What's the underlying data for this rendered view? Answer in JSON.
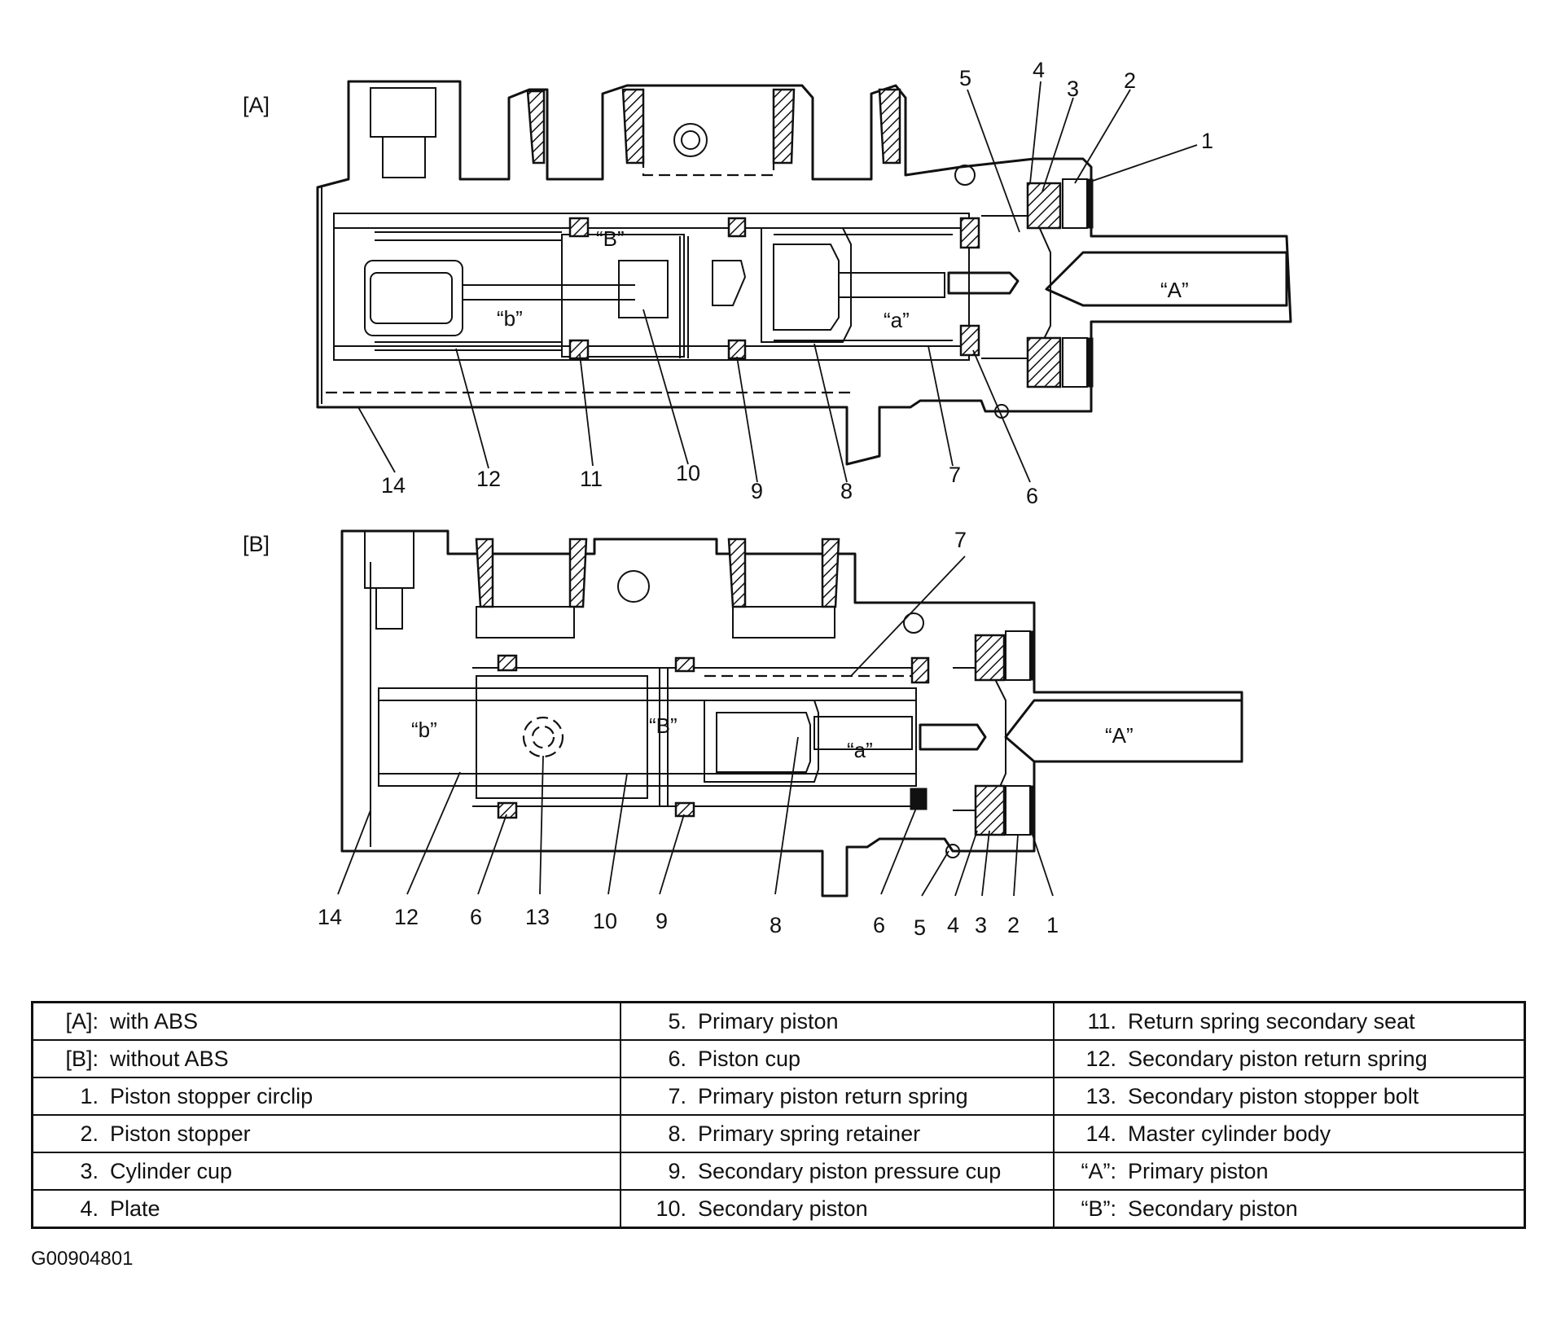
{
  "figure_code": "G00904801",
  "views": {
    "a": {
      "tag": "[A]",
      "callouts": {
        "n1": "1",
        "n2": "2",
        "n3": "3",
        "n4": "4",
        "n5": "5",
        "n6": "6",
        "n7": "7",
        "n8": "8",
        "n9": "9",
        "n10": "10",
        "n11": "11",
        "n12": "12",
        "n14": "14"
      },
      "quote_A": "“A”",
      "quote_B": "“B”",
      "quote_a": "“a”",
      "quote_b": "“b”"
    },
    "b": {
      "tag": "[B]",
      "callouts": {
        "n1": "1",
        "n2": "2",
        "n3": "3",
        "n4": "4",
        "n5": "5",
        "n6a": "6",
        "n6b": "6",
        "n7": "7",
        "n8": "8",
        "n9": "9",
        "n10": "10",
        "n12": "12",
        "n13": "13",
        "n14": "14"
      },
      "quote_A": "“A”",
      "quote_B": "“B”",
      "quote_a": "“a”",
      "quote_b": "“b”"
    }
  },
  "legend": {
    "rows": [
      [
        {
          "k": "[A]:",
          "v": "with ABS"
        },
        {
          "k": "5.",
          "v": "Primary piston"
        },
        {
          "k": "11.",
          "v": "Return spring secondary seat"
        }
      ],
      [
        {
          "k": "[B]:",
          "v": "without ABS"
        },
        {
          "k": "6.",
          "v": "Piston cup"
        },
        {
          "k": "12.",
          "v": "Secondary piston return spring"
        }
      ],
      [
        {
          "k": "1.",
          "v": "Piston stopper circlip"
        },
        {
          "k": "7.",
          "v": "Primary piston return spring"
        },
        {
          "k": "13.",
          "v": "Secondary piston stopper bolt"
        }
      ],
      [
        {
          "k": "2.",
          "v": "Piston stopper"
        },
        {
          "k": "8.",
          "v": "Primary spring retainer"
        },
        {
          "k": "14.",
          "v": "Master cylinder body"
        }
      ],
      [
        {
          "k": "3.",
          "v": "Cylinder cup"
        },
        {
          "k": "9.",
          "v": "Secondary piston pressure cup"
        },
        {
          "k": "“A”:",
          "v": "Primary piston"
        }
      ],
      [
        {
          "k": "4.",
          "v": "Plate"
        },
        {
          "k": "10.",
          "v": "Secondary piston"
        },
        {
          "k": "“B”:",
          "v": "Secondary piston"
        }
      ]
    ]
  }
}
